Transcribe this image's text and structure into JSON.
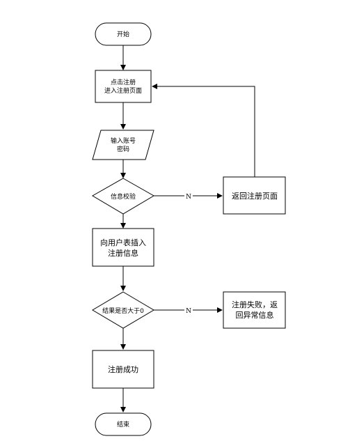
{
  "flowchart": {
    "nodes": {
      "start": {
        "lines": [
          "开始"
        ]
      },
      "click_register": {
        "lines": [
          "点击注册",
          "进入注册页面"
        ]
      },
      "input_account": {
        "lines": [
          "输入账号",
          "密码"
        ]
      },
      "info_check": {
        "lines": [
          "信息校验"
        ]
      },
      "return_register": {
        "lines": [
          "返回注册页面"
        ]
      },
      "insert_user": {
        "lines": [
          "向用户表插入",
          "注册信息"
        ]
      },
      "result_check": {
        "lines": [
          "结果是否大于0"
        ]
      },
      "register_fail": {
        "lines": [
          "注册失败，返",
          "回异常信息"
        ]
      },
      "register_success": {
        "lines": [
          "注册成功"
        ]
      },
      "end": {
        "lines": [
          "结束"
        ]
      }
    },
    "edges": {
      "info_check_no": "N",
      "result_check_no": "N"
    }
  }
}
